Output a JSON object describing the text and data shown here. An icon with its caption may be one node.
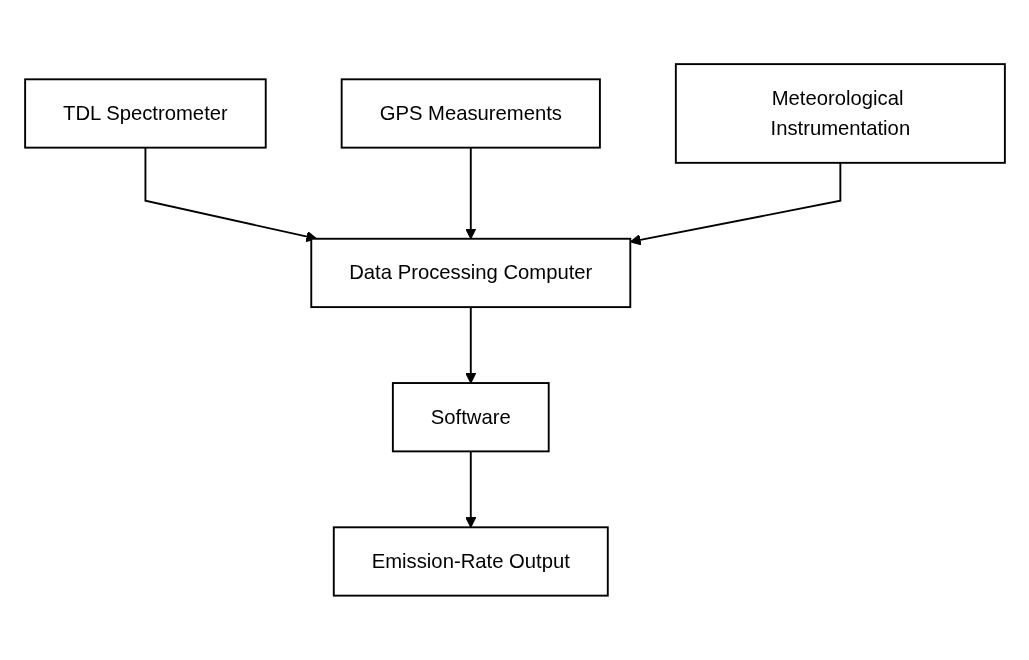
{
  "diagram": {
    "nodes": [
      {
        "text": [
          "TDL Spectrometer"
        ]
      },
      {
        "text": [
          "GPS Measurements"
        ]
      },
      {
        "text": [
          "Meteorological Instrumentation"
        ]
      },
      {
        "text": [
          "Data Processing Computer"
        ]
      },
      {
        "text": [
          "Software"
        ]
      },
      {
        "text": [
          "Emission-Rate Output"
        ]
      }
    ],
    "edges": [
      {
        "from": 0,
        "to": 3,
        "arrow": "to"
      },
      {
        "from": 1,
        "to": 3,
        "arrow": "to"
      },
      {
        "from": 2,
        "to": 3,
        "arrow": "to"
      },
      {
        "from": 3,
        "to": 4,
        "arrow": "to"
      },
      {
        "from": 4,
        "to": 5,
        "arrow": "to"
      }
    ]
  }
}
